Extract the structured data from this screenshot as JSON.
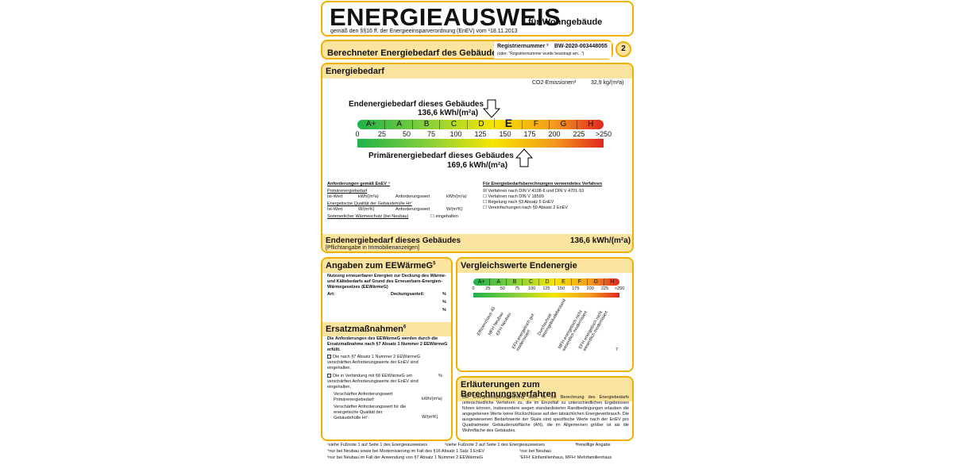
{
  "header": {
    "title": "ENERGIEAUSWEIS",
    "title_suffix": "für Wohngebäude",
    "subtitle": "gemäß den §§16 ff. der Energieeinsparverordnung (EnEV) vom ¹18.11.2013"
  },
  "section_bar": {
    "title": "Berechneter Energiebedarf des Gebäudes",
    "reg_label": "Registriernummer ²",
    "reg_number": "BW-2020-003448055",
    "reg_note": "(oder: \"Registriernummer wurde beantragt am...\")",
    "page_number": "2"
  },
  "energiebedarf": {
    "title": "Energiebedarf",
    "co2_label": "CO2-Emissionen³",
    "co2_value": "32,9 kg/(m²a)",
    "end_label": "Endenergiebedarf dieses Gebäudes",
    "end_value": "136,6 kWh/(m²a)",
    "prim_label": "Primärenergiebedarf dieses Gebäudes",
    "prim_value": "169,6 kWh/(m²a)",
    "end_indicator_fraction": 0.546,
    "prim_indicator_fraction": 0.678,
    "scale_letters": [
      "A+",
      "A",
      "B",
      "C",
      "D",
      "E",
      "F",
      "G",
      "H"
    ],
    "scale_numbers": [
      "0",
      "25",
      "50",
      "75",
      "100",
      "125",
      "150",
      "175",
      "200",
      "225",
      ">250"
    ],
    "anf_title": "Anforderungen gemäß EnEV ⁴",
    "anf_primaer": "Primärenergiebedarf",
    "anf_ist1": "Ist-Wert",
    "anf_unit1": "kWh/(m²a)",
    "anf_anf1": "Anforderungswert",
    "anf_unit1b": "kWh/(m²a)",
    "anf_qual": "Energetische Qualität der Gebäudehülle Hᴛ'",
    "anf_ist2": "Ist-Wert",
    "anf_unit2": "W/(m²K)",
    "anf_anf2": "Anforderungswert",
    "anf_unit2b": "W/(m²K)",
    "anf_sommer": "Sommerlicher Wärmeschutz (bei Neubau)",
    "anf_eingehalten": "eingehalten",
    "verf_title": "Für Energiebedarfsberechnungen verwendetes Verfahren",
    "verf_items": [
      "Verfahren nach DIN V 4108-6 und DIN V 4701-10",
      "Verfahren nach DIN V 18599",
      "Regelung nach §3 Absatz 5 EnEV",
      "Vereinfachungen nach §9 Absatz 2 EnEV"
    ],
    "verf_checked": "☒",
    "verf_unchecked": "☐",
    "footer_label": "Endenergiebedarf dieses Gebäudes",
    "footer_value": "136,6 kWh/(m²a)",
    "footer_note": "[Pflichtangabe in Immobilienanzeigen]"
  },
  "eewaerme": {
    "title": "Angaben zum EEWärmeG",
    "title_sup": "5",
    "desc": "Nutzung erneuerbarer Energien zur Deckung des Wärme- und Kältebedarfs auf Grund des Erneuerbare-Energien-Wärmegesetzes (EEWärmeG)",
    "art_label": "Art:",
    "deckung_label": "Deckungsanteil:",
    "pct": "%"
  },
  "ersatz": {
    "title": "Ersatzmaßnahmen",
    "title_sup": "6",
    "desc": "Die Anforderungen des EEWärmeG werden durch die Ersatzmaßnahme nach §7 Absatz 1 Nummer 2 EEWärmeG erfüllt.",
    "item1": "Die nach §7 Absatz 1 Nummer 2 EEWärmeG verschärften Anforderungswerte der EnEV sind eingehalten.",
    "item2": "Die in Verbindung mit §8 EEWärmeG um verschärften Anforderungswerte der EnEV sind eingehalten.",
    "pct": "%",
    "v1": "Verschärfter Anforderungswert Primärenergiebedarf:",
    "v1_unit": "kWh/(m²a)",
    "v2": "Verschärfter Anforderungswert für die energetische Qualität der Gebäudehülle Hᴛ':",
    "v2_unit": "W/(m²K)"
  },
  "vergleich": {
    "title": "Vergleichswerte Endenergie",
    "scale_letters": [
      "A+",
      "A",
      "B",
      "C",
      "D",
      "E",
      "F",
      "G",
      "H"
    ],
    "scale_numbers": [
      "0",
      "25",
      "50",
      "75",
      "100",
      "125",
      "150",
      "175",
      "200",
      "225",
      ">250"
    ],
    "labels": [
      "Effizienzhaus 40",
      "MFH Neubau",
      "EFH Neubau",
      "EFH energetisch gut modernisiert",
      "Durchschnitt Wohngebäudebestand",
      "MFH energetisch nicht wesentlich modernisiert",
      "EFH energetisch nicht wesentlich modernisiert"
    ],
    "footnote_mark": "7"
  },
  "erlaeuterung": {
    "title": "Erläuterungen zum Berechnungsverfahren",
    "text": "Die Energieeinsparverordnung lässt für die Berechnung des Energiebedarfs unterschiedliche Verfahren zu, die im Einzelfall zu unterschiedlichen Ergebnissen führen können. Insbesondere wegen standardisierter Randbedingungen erlauben die angegebenen Werte keine Rückschlüsse auf den tatsächlichen Energieverbrauch. Die ausgewiesenen Bedarfswerte der Skala sind spezifische Werte nach der EnEV pro Quadratmeter Gebäudenutzfläche (AN), die im Allgemeinen größer ist als die Wohnfläche des Gebäudes."
  },
  "footnotes": {
    "f1": "¹siehe Fußnote 1 auf Seite 1 des Energieausweises",
    "f2": "²siehe Fußnote 2 auf Seite 1 des Energieausweises",
    "f3": "³freiwillige Angabe",
    "f4": "⁴nur bei Neubau sowie bei Modernisierung im Fall des §16 Absatz 1 Satz 3 EnEV",
    "f5": "⁵nur bei Neubau",
    "f6": "⁶nur bei Neubau im Fall der Anwendung von §7 Absatz 1 Nummer 2 EEWärmeG",
    "f7": "⁷EFH: Einfamilienhaus, MFH: Mehrfamilienhaus"
  },
  "colors": {
    "border": "#f0b000",
    "header_fill": "#fbe3a0",
    "scale_start": "#1fb24a",
    "scale_mid": "#f7e400",
    "scale_end": "#e2261d"
  }
}
